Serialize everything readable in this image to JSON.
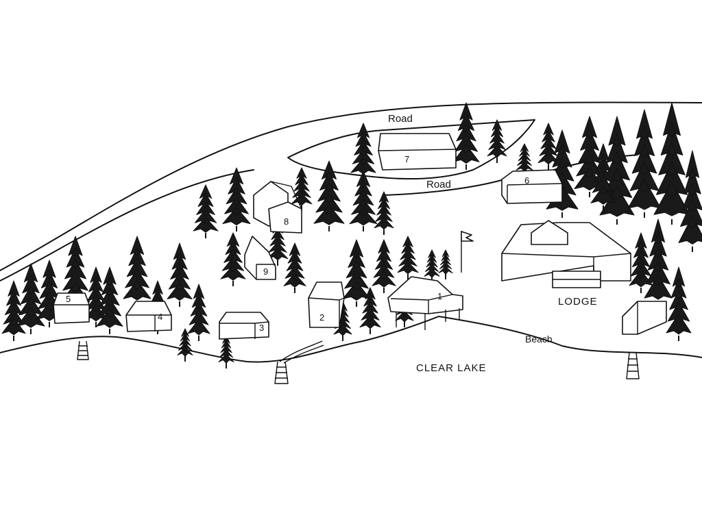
{
  "map": {
    "lake_label": "CLEAR LAKE",
    "lodge_label": "LODGE",
    "beach_label": "Beach",
    "roads": [
      {
        "id": "upper",
        "label": "Road"
      },
      {
        "id": "lower",
        "label": "Road"
      }
    ],
    "cabins": [
      {
        "id": "1",
        "label": "1"
      },
      {
        "id": "2",
        "label": "2"
      },
      {
        "id": "3",
        "label": "3"
      },
      {
        "id": "4",
        "label": "4"
      },
      {
        "id": "5",
        "label": "5"
      },
      {
        "id": "6",
        "label": "6"
      },
      {
        "id": "7",
        "label": "7"
      },
      {
        "id": "8",
        "label": "8"
      },
      {
        "id": "9",
        "label": "9"
      }
    ],
    "style": "black ink line drawing on white"
  }
}
